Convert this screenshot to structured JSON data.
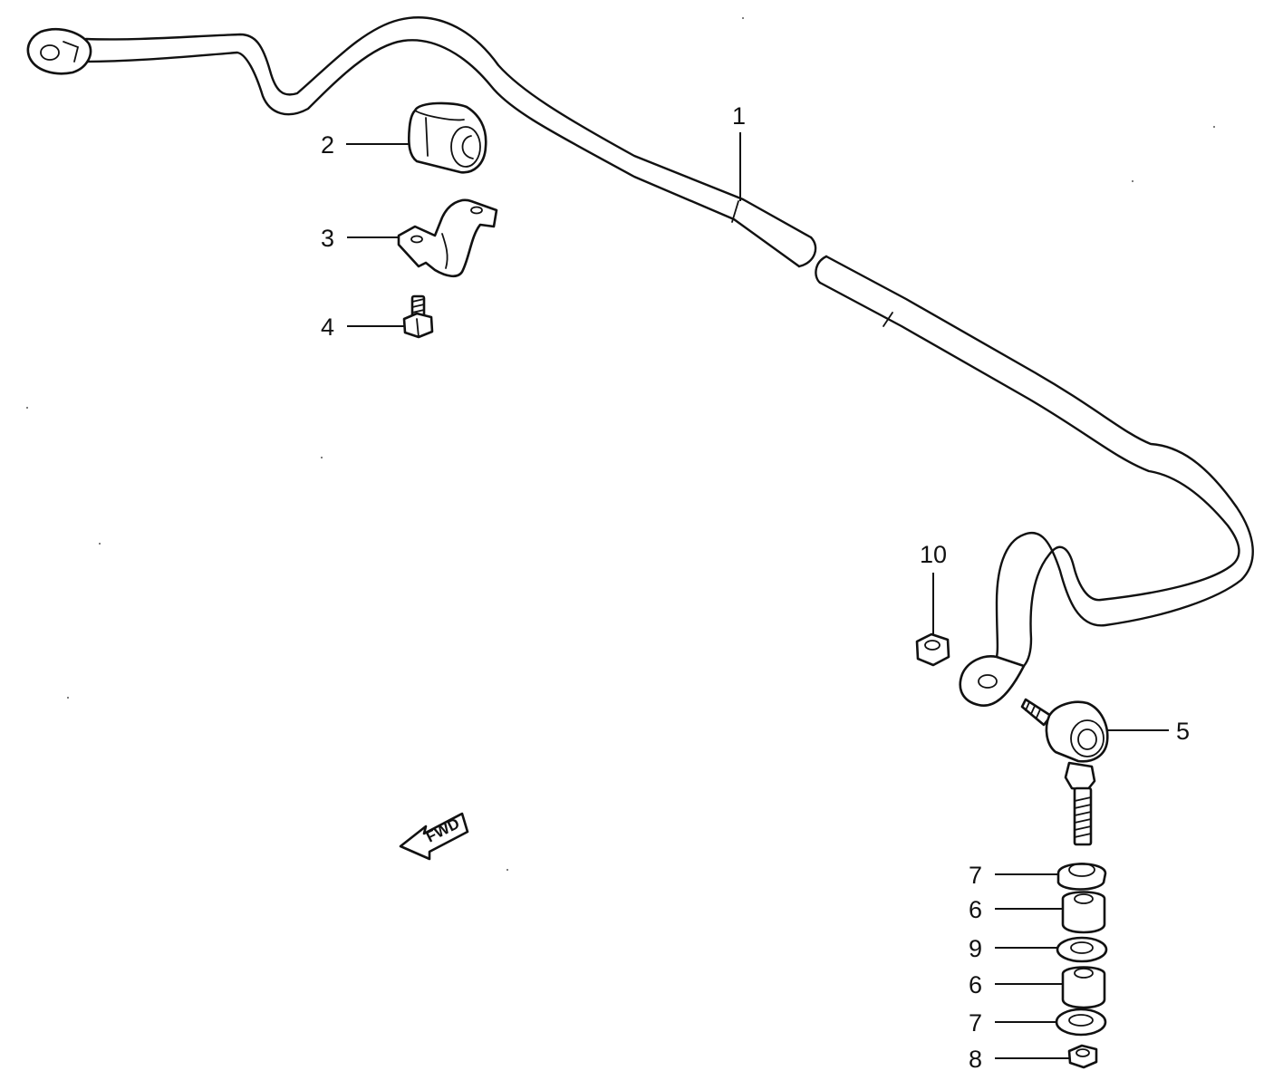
{
  "callouts": [
    {
      "id": "p1",
      "label": "1",
      "part": "stabilizer-bar"
    },
    {
      "id": "p2",
      "label": "2",
      "part": "bar-bushing"
    },
    {
      "id": "p3",
      "label": "3",
      "part": "bushing-bracket"
    },
    {
      "id": "p4",
      "label": "4",
      "part": "bracket-bolt"
    },
    {
      "id": "p5",
      "label": "5",
      "part": "stabilizer-link"
    },
    {
      "id": "p6a",
      "label": "6",
      "part": "link-cushion-upper"
    },
    {
      "id": "p6b",
      "label": "6",
      "part": "link-cushion-lower"
    },
    {
      "id": "p7a",
      "label": "7",
      "part": "link-washer-upper"
    },
    {
      "id": "p7b",
      "label": "7",
      "part": "link-washer-lower"
    },
    {
      "id": "p8",
      "label": "8",
      "part": "link-nut-bottom"
    },
    {
      "id": "p9",
      "label": "9",
      "part": "link-spacer-washer"
    },
    {
      "id": "p10",
      "label": "10",
      "part": "bar-end-nut"
    }
  ],
  "fwd_indicator": {
    "text": "FWD",
    "icon": "fwd-arrow-icon"
  },
  "colors": {
    "line": "#111111",
    "background": "#ffffff"
  }
}
